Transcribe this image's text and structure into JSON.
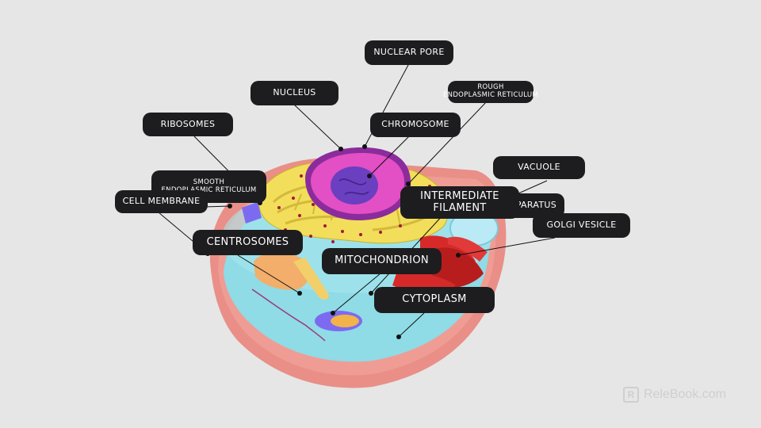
{
  "labels": {
    "nuclear_pore": "NUCLEAR PORE",
    "nucleus": "NUCLEUS",
    "rough_er_line1": "ROUGH",
    "rough_er_line2": "ENDOPLASMIC RETICULUM",
    "ribosomes": "RIBOSOMES",
    "chromosome": "CHROMOSOME",
    "vacuole": "VACUOLE",
    "smooth_er_line1": "SMOOTH",
    "smooth_er_line2": "ENDOPLASMIC RETICULUM",
    "cell_membrane": "CELL MEMBRANE",
    "intermediate_filament_line1": "INTERMEDIATE",
    "intermediate_filament_line2": "FILAMENT",
    "golgi_apparatus_visible": "PARATUS",
    "golgi_vesicle": "GOLGI VESICLE",
    "centrosomes": "CENTROSOMES",
    "mitochondrion": "MITOCHONDRION",
    "cytoplasm": "CYTOPLASM"
  },
  "watermark": {
    "text": "ReleBook",
    "suffix": ".com"
  },
  "colors": {
    "background": "#e6e6e6",
    "label_bg": "#1d1d1f",
    "membrane": "#e98f87",
    "cytoplasm": "#8fdbe6",
    "nucleus": "#e34fc4",
    "nucleolus": "#6a3fc0",
    "er": "#f2de5a",
    "golgi": "#d62a2a",
    "mitochondrion": "#7c6bf0"
  }
}
